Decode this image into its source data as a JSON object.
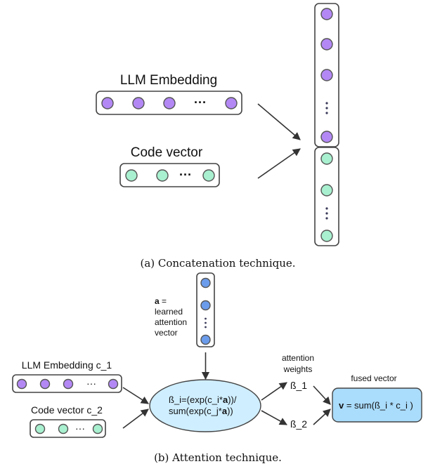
{
  "colors": {
    "llm_node": "#b388f5",
    "code_node": "#a8f0cf",
    "attention_node": "#6b9cec",
    "ellipse_fill": "#cfeeff",
    "fused_fill": "#aadcfb"
  },
  "panel_a": {
    "llm_label": "LLM Embedding",
    "code_label": "Code vector",
    "ellipsis": "···",
    "caption": "(a) Concatenation technique."
  },
  "panel_b": {
    "attention_vector_label": {
      "bold": "a",
      "line1_rest": " =",
      "line2": "learned",
      "line3": "attention",
      "line4": "vector"
    },
    "llm_label": "LLM Embedding c_1",
    "code_label": "Code vector c_2",
    "ellipsis": "···",
    "formula_line1_pre": "ß_i=(exp(c_i*",
    "formula_line1_bold": "a",
    "formula_line1_post": "))/",
    "formula_line2_pre": "sum(exp(c_j*",
    "formula_line2_bold": "a",
    "formula_line2_post": "))",
    "weights_label_line1": "attention",
    "weights_label_line2": "weights",
    "beta1": "ß_1",
    "beta2": "ß_2",
    "fused_label": "fused vector",
    "fused_bold": "v",
    "fused_rest": " = sum(ß_i * c_i  )",
    "caption": "(b) Attention technique."
  }
}
